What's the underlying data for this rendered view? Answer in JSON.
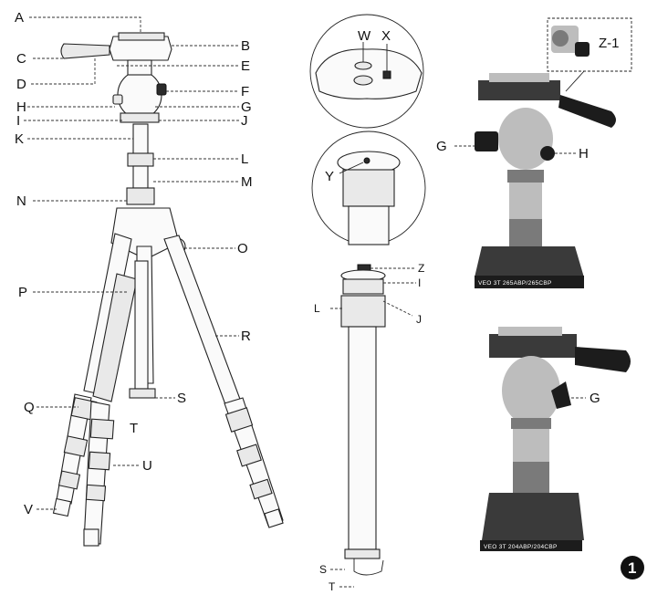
{
  "labels": {
    "A": "A",
    "B": "B",
    "C": "C",
    "D": "D",
    "E": "E",
    "F": "F",
    "G": "G",
    "H": "H",
    "I": "I",
    "J": "J",
    "K": "K",
    "L": "L",
    "M": "M",
    "N": "N",
    "O": "O",
    "P": "P",
    "Q": "Q",
    "R": "R",
    "S": "S",
    "T": "T",
    "U": "U",
    "V": "V",
    "W": "W",
    "X": "X",
    "Y": "Y",
    "Z": "Z",
    "Z1": "Z-1"
  },
  "photos": {
    "top_caption": "VEO 3T 265ABP/265CBP",
    "bottom_caption": "VEO 3T 204ABP/204CBP"
  },
  "figure_number": "1"
}
